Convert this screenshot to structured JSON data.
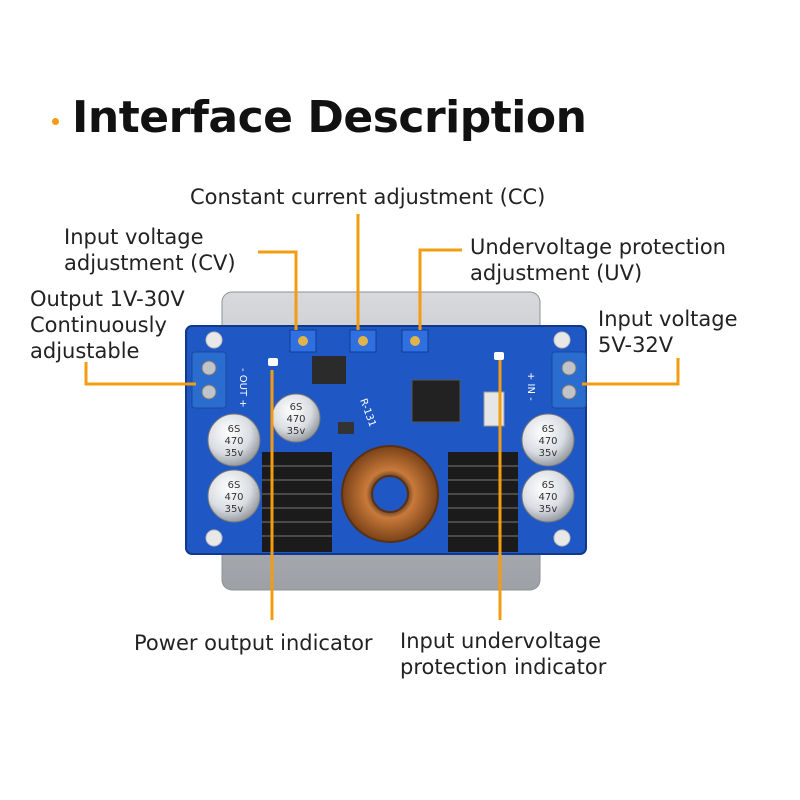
{
  "title": "Interface Description",
  "labels": {
    "cc": "Constant current adjustment (CC)",
    "cv": [
      "Input voltage",
      "adjustment (CV)"
    ],
    "uv": [
      "Undervoltage protection",
      "adjustment (UV)"
    ],
    "out": [
      "Output 1V-30V",
      "Continuously",
      "adjustable"
    ],
    "in": [
      "Input voltage",
      "5V-32V"
    ],
    "power_led": "Power output indicator",
    "uv_led": [
      "Input undervoltage",
      "protection  indicator"
    ]
  },
  "board_text": {
    "cap_brand": "6S",
    "cap_value": "470",
    "cap_voltage": "35v",
    "out_terminal": "- OUT +",
    "in_terminal": "+ IN -",
    "model": "R-131"
  },
  "colors": {
    "accent": "#f39c12",
    "pcb": "#1f57c4",
    "heatsink": "#1b1b1b"
  }
}
